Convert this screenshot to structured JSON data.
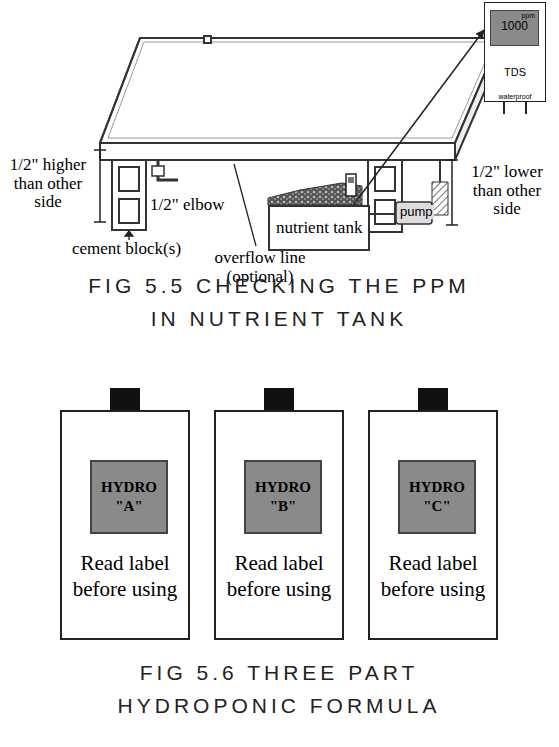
{
  "diagram": {
    "nodes": [
      {
        "text": [
          "nutrient tank"
        ]
      },
      {
        "text": [
          "TDS",
          "waterproof"
        ]
      },
      {
        "text": [
          "ppm",
          "1000"
        ],
        "in": 1
      },
      {
        "text": [
          "Read label before using"
        ]
      },
      {
        "text": [
          "HYDRO \"A\""
        ],
        "in": 3
      },
      {
        "text": [
          "Read label before using"
        ]
      },
      {
        "text": [
          "HYDRO \"B\""
        ],
        "in": 5
      },
      {
        "text": [
          "Read label before using"
        ]
      },
      {
        "text": [
          "HYDRO \"C\""
        ],
        "in": 7
      }
    ],
    "edges": [
      {
        "from": 0,
        "to": 1,
        "arrow": "to"
      }
    ],
    "labels": [
      "1/2\" higher than other side",
      "1/2\" elbow",
      "cement block(s)",
      "overflow line (optional)",
      "pump",
      "1/2\" lower than other side",
      "FIG 5.5 CHECKING THE PPM IN NUTRIENT TANK",
      "FIG 5.6 THREE PART HYDROPONIC FORMULA"
    ]
  }
}
